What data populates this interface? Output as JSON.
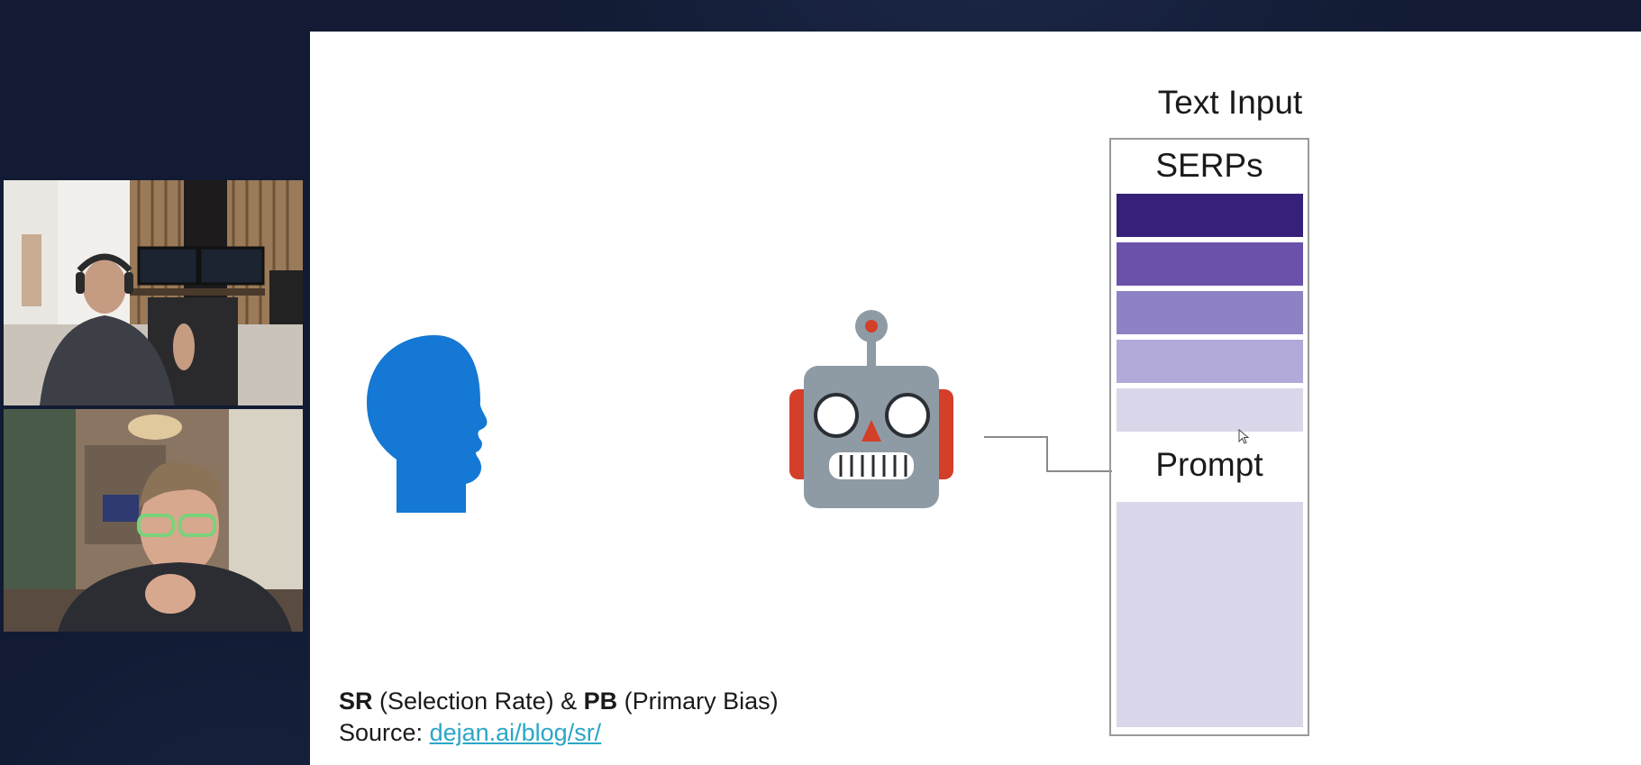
{
  "slide": {
    "text_input_title": "Text Input",
    "serps_title": "SERPs",
    "prompt_title": "Prompt",
    "serp_bar_colors": [
      "#37207a",
      "#6a52aa",
      "#8f82c4",
      "#b1a9d7",
      "#d9d7e9"
    ],
    "caption": {
      "sr": "SR",
      "sr_desc": " (Selection Rate) & ",
      "pb": "PB",
      "pb_desc": " (Primary Bias)",
      "source_label": "Source: ",
      "source_link": "dejan.ai/blog/sr/"
    }
  },
  "icons": {
    "human": "human-head-icon",
    "robot": "robot-icon",
    "cursor": "mouse-cursor-icon"
  },
  "colors": {
    "background": "#121b33",
    "head_blue": "#1478d4",
    "robot_gray": "#8e9ba5",
    "robot_red": "#d43f2a"
  }
}
